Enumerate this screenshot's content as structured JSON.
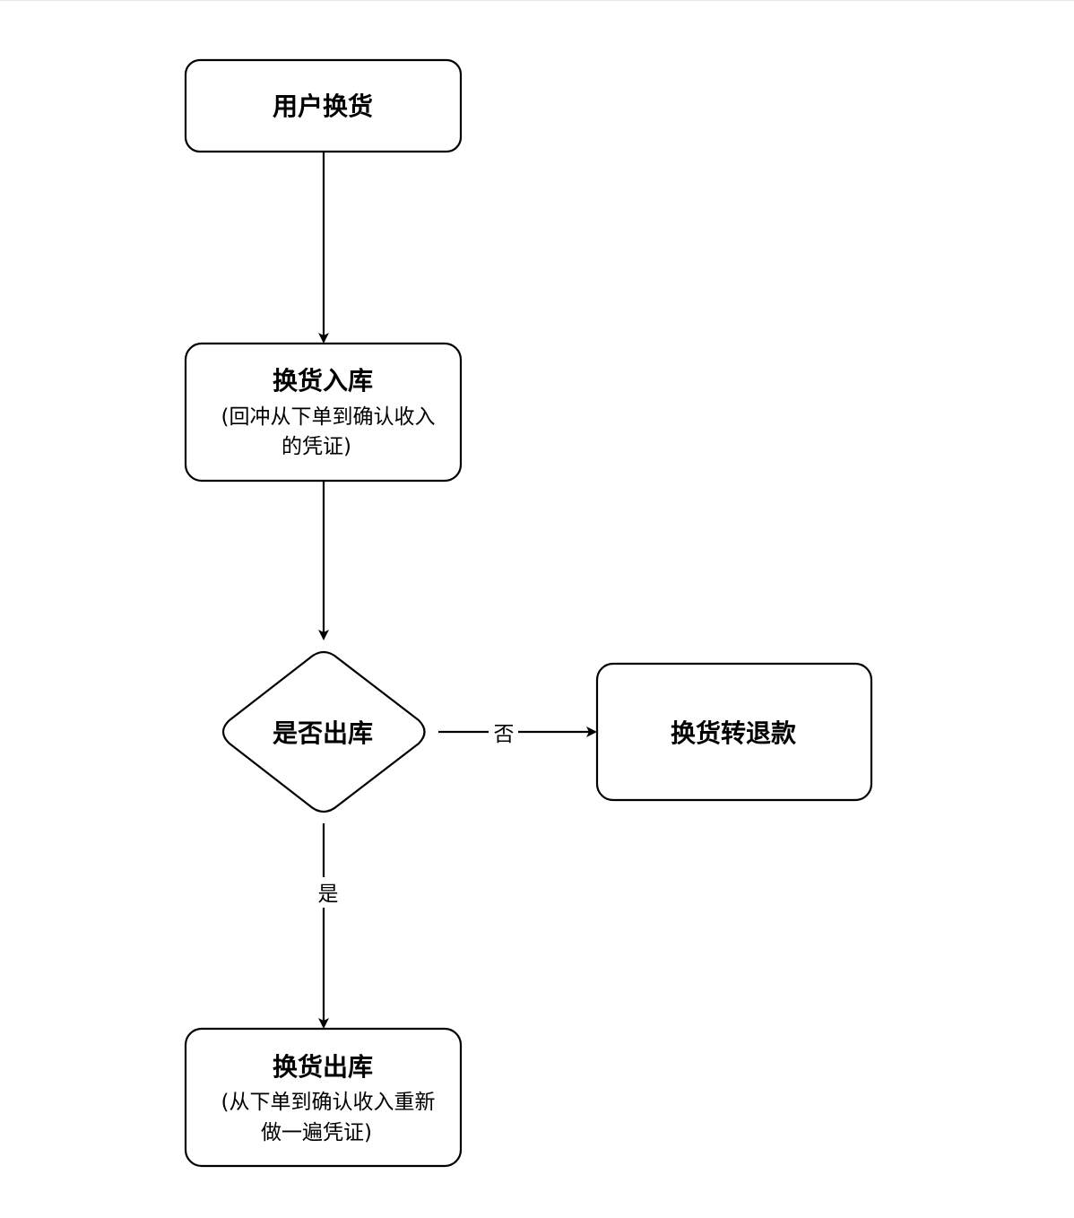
{
  "nodes": {
    "user_exchange": {
      "title": "用户换货"
    },
    "exchange_in": {
      "title": "换货入库",
      "detail_line1": "(回冲从下单到确认收入",
      "detail_line2": "的凭证)"
    },
    "decision": {
      "title": "是否出库"
    },
    "to_refund": {
      "title": "换货转退款"
    },
    "exchange_out": {
      "title": "换货出库",
      "detail_line1": "(从下单到确认收入重新",
      "detail_line2": "做一遍凭证)"
    }
  },
  "edges": {
    "no_label": "否",
    "yes_label": "是"
  },
  "colors": {
    "stroke": "#000000",
    "fill": "#ffffff"
  }
}
